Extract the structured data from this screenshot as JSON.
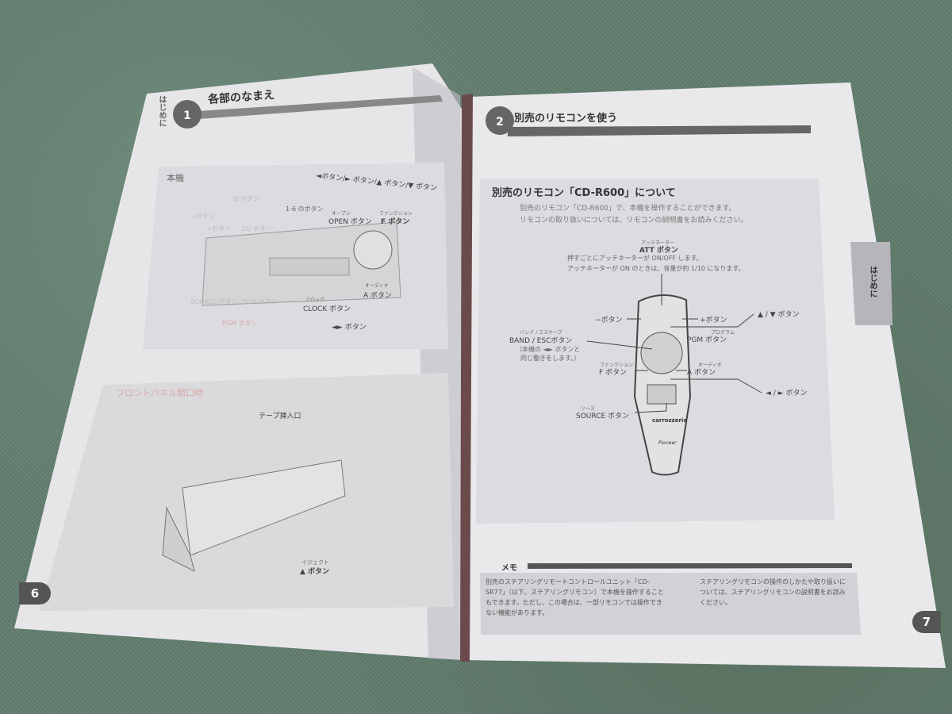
{
  "left_page": {
    "side_tab": "はじめに",
    "chapter_badge": {
      "label": "はじめに",
      "number": "1"
    },
    "title": "各部のなまえ",
    "section_main_unit": "本機",
    "labels": {
      "arrow_buttons": "◄ボタン/► ボタン/▲ ボタン/▼ ボタン",
      "d_button": "D ボタン",
      "one_to_six": "1-6 のボタン",
      "open_button_ruby": "オープン",
      "open_button": "OPEN ボタン",
      "f_button_ruby": "ファンクション",
      "f_button": "F ボタン",
      "minus_button": "−ボタン",
      "plus_button": "+ボタン",
      "eq_button": "EQ ボタン",
      "source_button": "SOURCE ボタン",
      "display_button": "DISP ボタン",
      "pgm_button": "PGM ボタン",
      "clock_ruby": "クロック",
      "clock_button": "CLOCK ボタン",
      "audio_ruby": "オーディオ",
      "a_button": "A ボタン",
      "lr_button": "◄► ボタン"
    },
    "section_front_panel": "フロントパネル開口時",
    "tape_slot": "テープ挿入口",
    "eject_ruby": "イジェクト",
    "eject_button": "▲ ボタン",
    "page_number": "6"
  },
  "right_page": {
    "chapter_badge": {
      "label": "はじめに",
      "number": "2"
    },
    "title": "別売のリモコンを使う",
    "section_title": "別売のリモコン「CD-R600」について",
    "bullets": [
      "別売のリモコン「CD-R600」で、本機を操作することができます。",
      "リモコンの取り扱いについては、リモコンの説明書をお読みください。"
    ],
    "side_tab": "はじめに",
    "att": {
      "ruby": "アッテネーター",
      "label": "ATT ボタン",
      "desc1": "押すごとにアッテネーターが ON/OFF します。",
      "desc2": "アッテネーターが ON のときは、音量が約 1/10 になります。"
    },
    "remote_labels": {
      "minus": "−ボタン",
      "plus": "+ボタン",
      "up_down": "▲ / ▼ ボタン",
      "band_ruby": "バンド / エスケープ",
      "band": "BAND / ESCボタン",
      "band_note1": "（本機の ◄► ボタンと",
      "band_note2": "同じ働きをします。）",
      "pgm_ruby": "プログラム",
      "pgm": "PGM ボタン",
      "f_ruby": "ファンクション",
      "f": "F ボタン",
      "a_ruby": "オーディオ",
      "a": "A ボタン",
      "left_right": "◄ / ► ボタン",
      "source_ruby": "ソース",
      "source": "SOURCE ボタン"
    },
    "remote_brand": "carrozzeria",
    "remote_maker": "Pioneer",
    "memo": {
      "title": "メモ",
      "items": [
        "別売のステアリングリモートコントロールユニット「CD-SR77」（以下、ステアリングリモコン）で本機を操作することもできます。ただし、この場合は、一部リモコンでは操作できない機能があります。",
        "ステアリングリモコンの操作のしかたや取り扱いについては、ステアリングリモコンの説明書をお読みください。"
      ]
    },
    "page_number": "7"
  }
}
